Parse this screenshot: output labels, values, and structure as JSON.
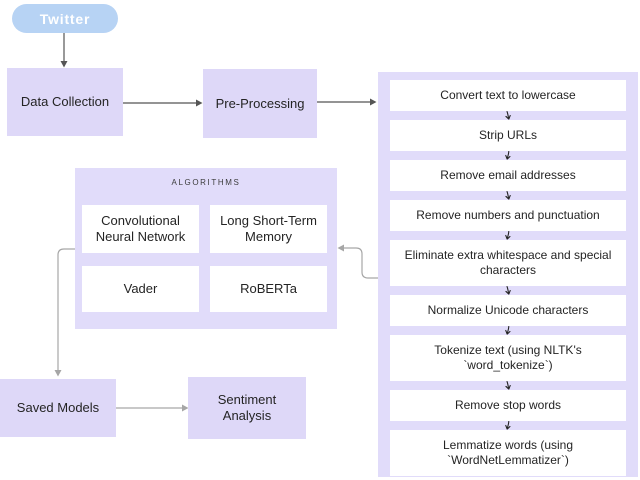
{
  "nodes": {
    "twitter": {
      "label": "Twitter"
    },
    "data_collection": {
      "label": "Data Collection"
    },
    "pre_processing": {
      "label": "Pre-Processing"
    },
    "saved_models": {
      "label": "Saved Models"
    },
    "sentiment_analysis": {
      "label": "Sentiment Analysis"
    }
  },
  "algorithms": {
    "title": "ALGORITHMS",
    "items": [
      "Convolutional Neural Network",
      "Long Short-Term Memory",
      "Vader",
      "RoBERTa"
    ]
  },
  "preprocessing_steps": [
    "Convert text to lowercase",
    "Strip URLs",
    "Remove email addresses",
    "Remove numbers and punctuation",
    "Eliminate extra whitespace and special characters",
    "Normalize Unicode characters",
    "Tokenize text (using NLTK's `word_tokenize`)",
    "Remove stop words",
    "Lemmatize words (using `WordNetLemmatizer`)"
  ],
  "icons": {
    "step_arrow": "down-arrow",
    "connector_arrowhead": "triangle"
  },
  "colors": {
    "node_fill": "#ded8f8",
    "panel_fill": "#e1dcfa",
    "step_fill": "#ffffff",
    "twitter_fill": "#b7d3f4",
    "twitter_text": "#ffffff",
    "text": "#242424",
    "line_dark": "#555555",
    "line_light": "#a6a6a6"
  }
}
